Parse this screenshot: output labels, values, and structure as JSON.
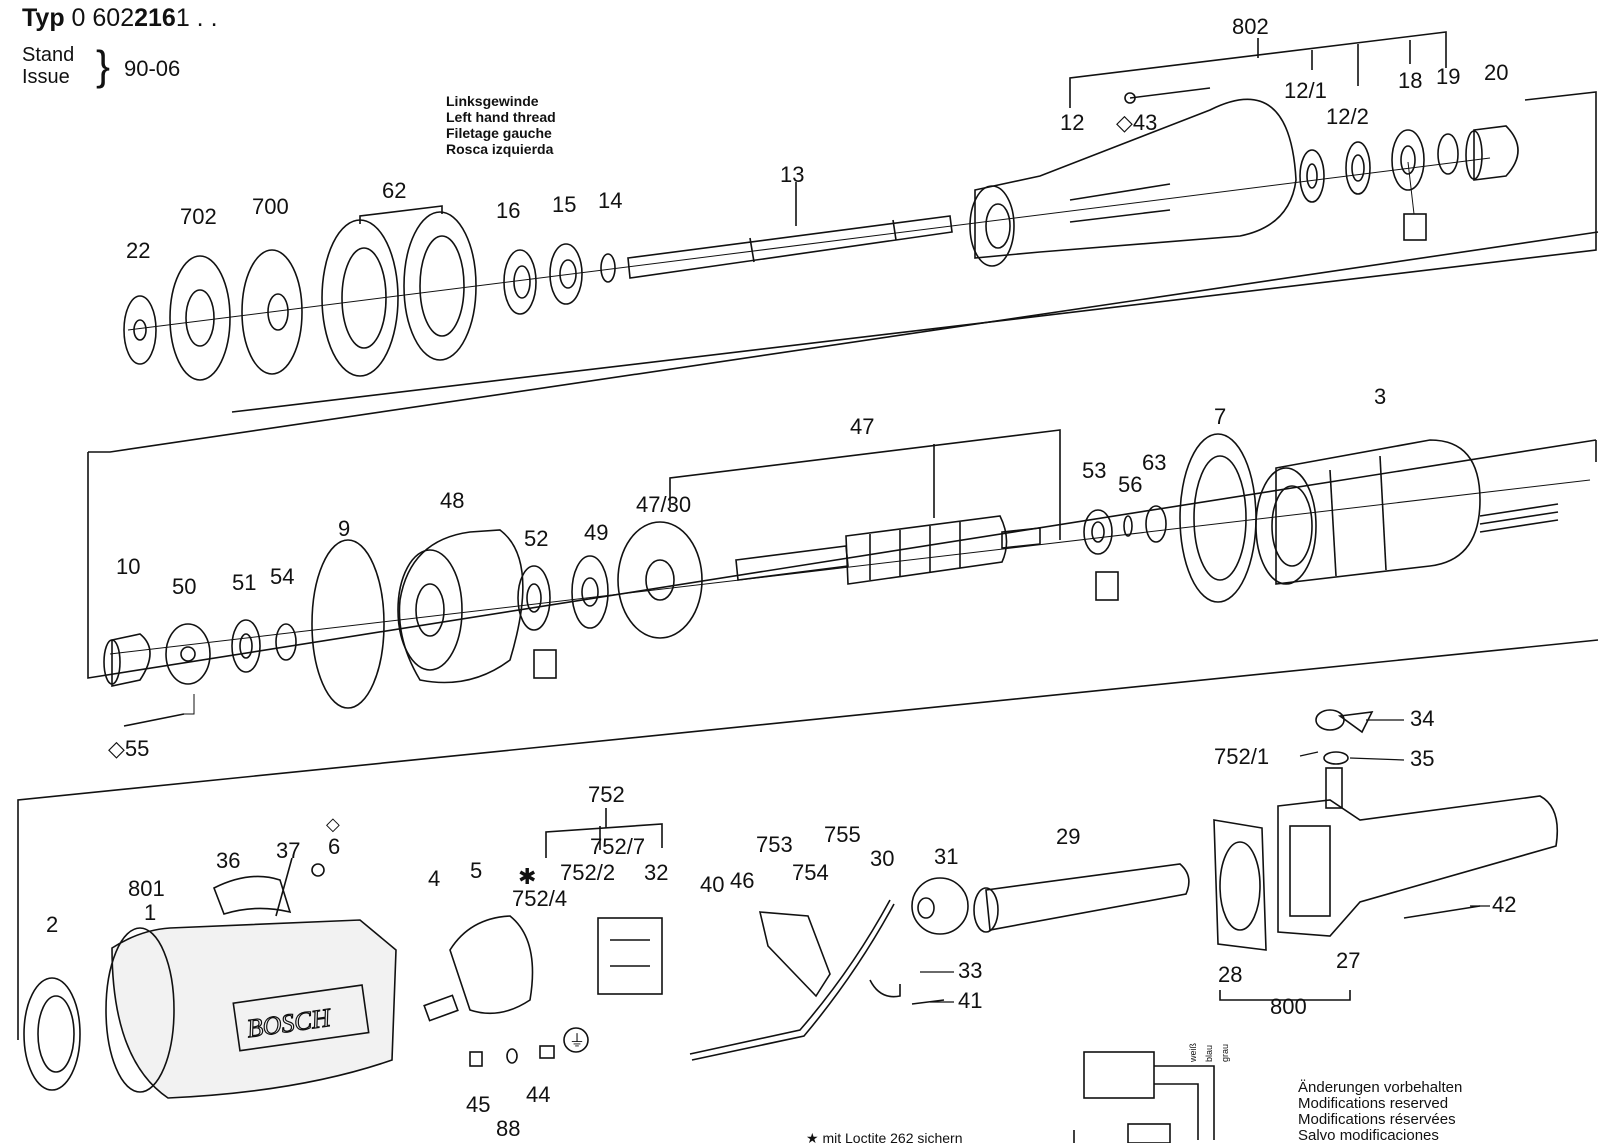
{
  "header": {
    "typ_label": "Typ",
    "typ_prefix": "0 602",
    "typ_bold": "216",
    "typ_suffix": "1 . .",
    "stand": "Stand",
    "issue": "Issue",
    "date": "90-06"
  },
  "notes": {
    "thread": [
      "Linksgewinde",
      "Left hand thread",
      "Filetage gauche",
      "Rosca izquierda"
    ],
    "modifications": [
      "Änderungen vorbehalten",
      "Modifications reserved",
      "Modifications réservées",
      "Salvo modificaciones"
    ],
    "footnote": "★ mit Loctite 262 sichern"
  },
  "brand": "BOSCH",
  "labels": {
    "p802": "802",
    "p12": "12",
    "p43": "◇43",
    "p12_1": "12/1",
    "p12_2": "12/2",
    "p18": "18",
    "p19": "19",
    "p20": "20",
    "p13": "13",
    "p14": "14",
    "p15": "15",
    "p16": "16",
    "p62": "62",
    "p700": "700",
    "p702": "702",
    "p22": "22",
    "p47": "47",
    "p3": "3",
    "p7": "7",
    "p53": "53",
    "p56": "56",
    "p63": "63",
    "p47_30": "47/30",
    "p48": "48",
    "p52": "52",
    "p49": "49",
    "p9": "9",
    "p10": "10",
    "p50": "50",
    "p51": "51",
    "p54": "54",
    "p55": "◇55",
    "p752": "752",
    "p752_7": "752/7",
    "p752_2": "752/2",
    "p32": "32",
    "p752_4": "752/4",
    "p753": "753",
    "p755": "755",
    "p754": "754",
    "p40": "40",
    "p46": "46",
    "p30": "30",
    "p31": "31",
    "p29": "29",
    "p34": "34",
    "p752_1": "752/1",
    "p35": "35",
    "p42": "42",
    "p27": "27",
    "p28": "28",
    "p800": "800",
    "p33": "33",
    "p41": "41",
    "p801": "801",
    "p1": "1",
    "p2": "2",
    "p36": "36",
    "p37": "37",
    "p6": "6",
    "p6_mark": "◇",
    "p4": "4",
    "p5": "5",
    "p45": "45",
    "p88": "88",
    "p44": "44",
    "star": "✱"
  },
  "wiring": [
    "weiß",
    "blau",
    "grau"
  ]
}
